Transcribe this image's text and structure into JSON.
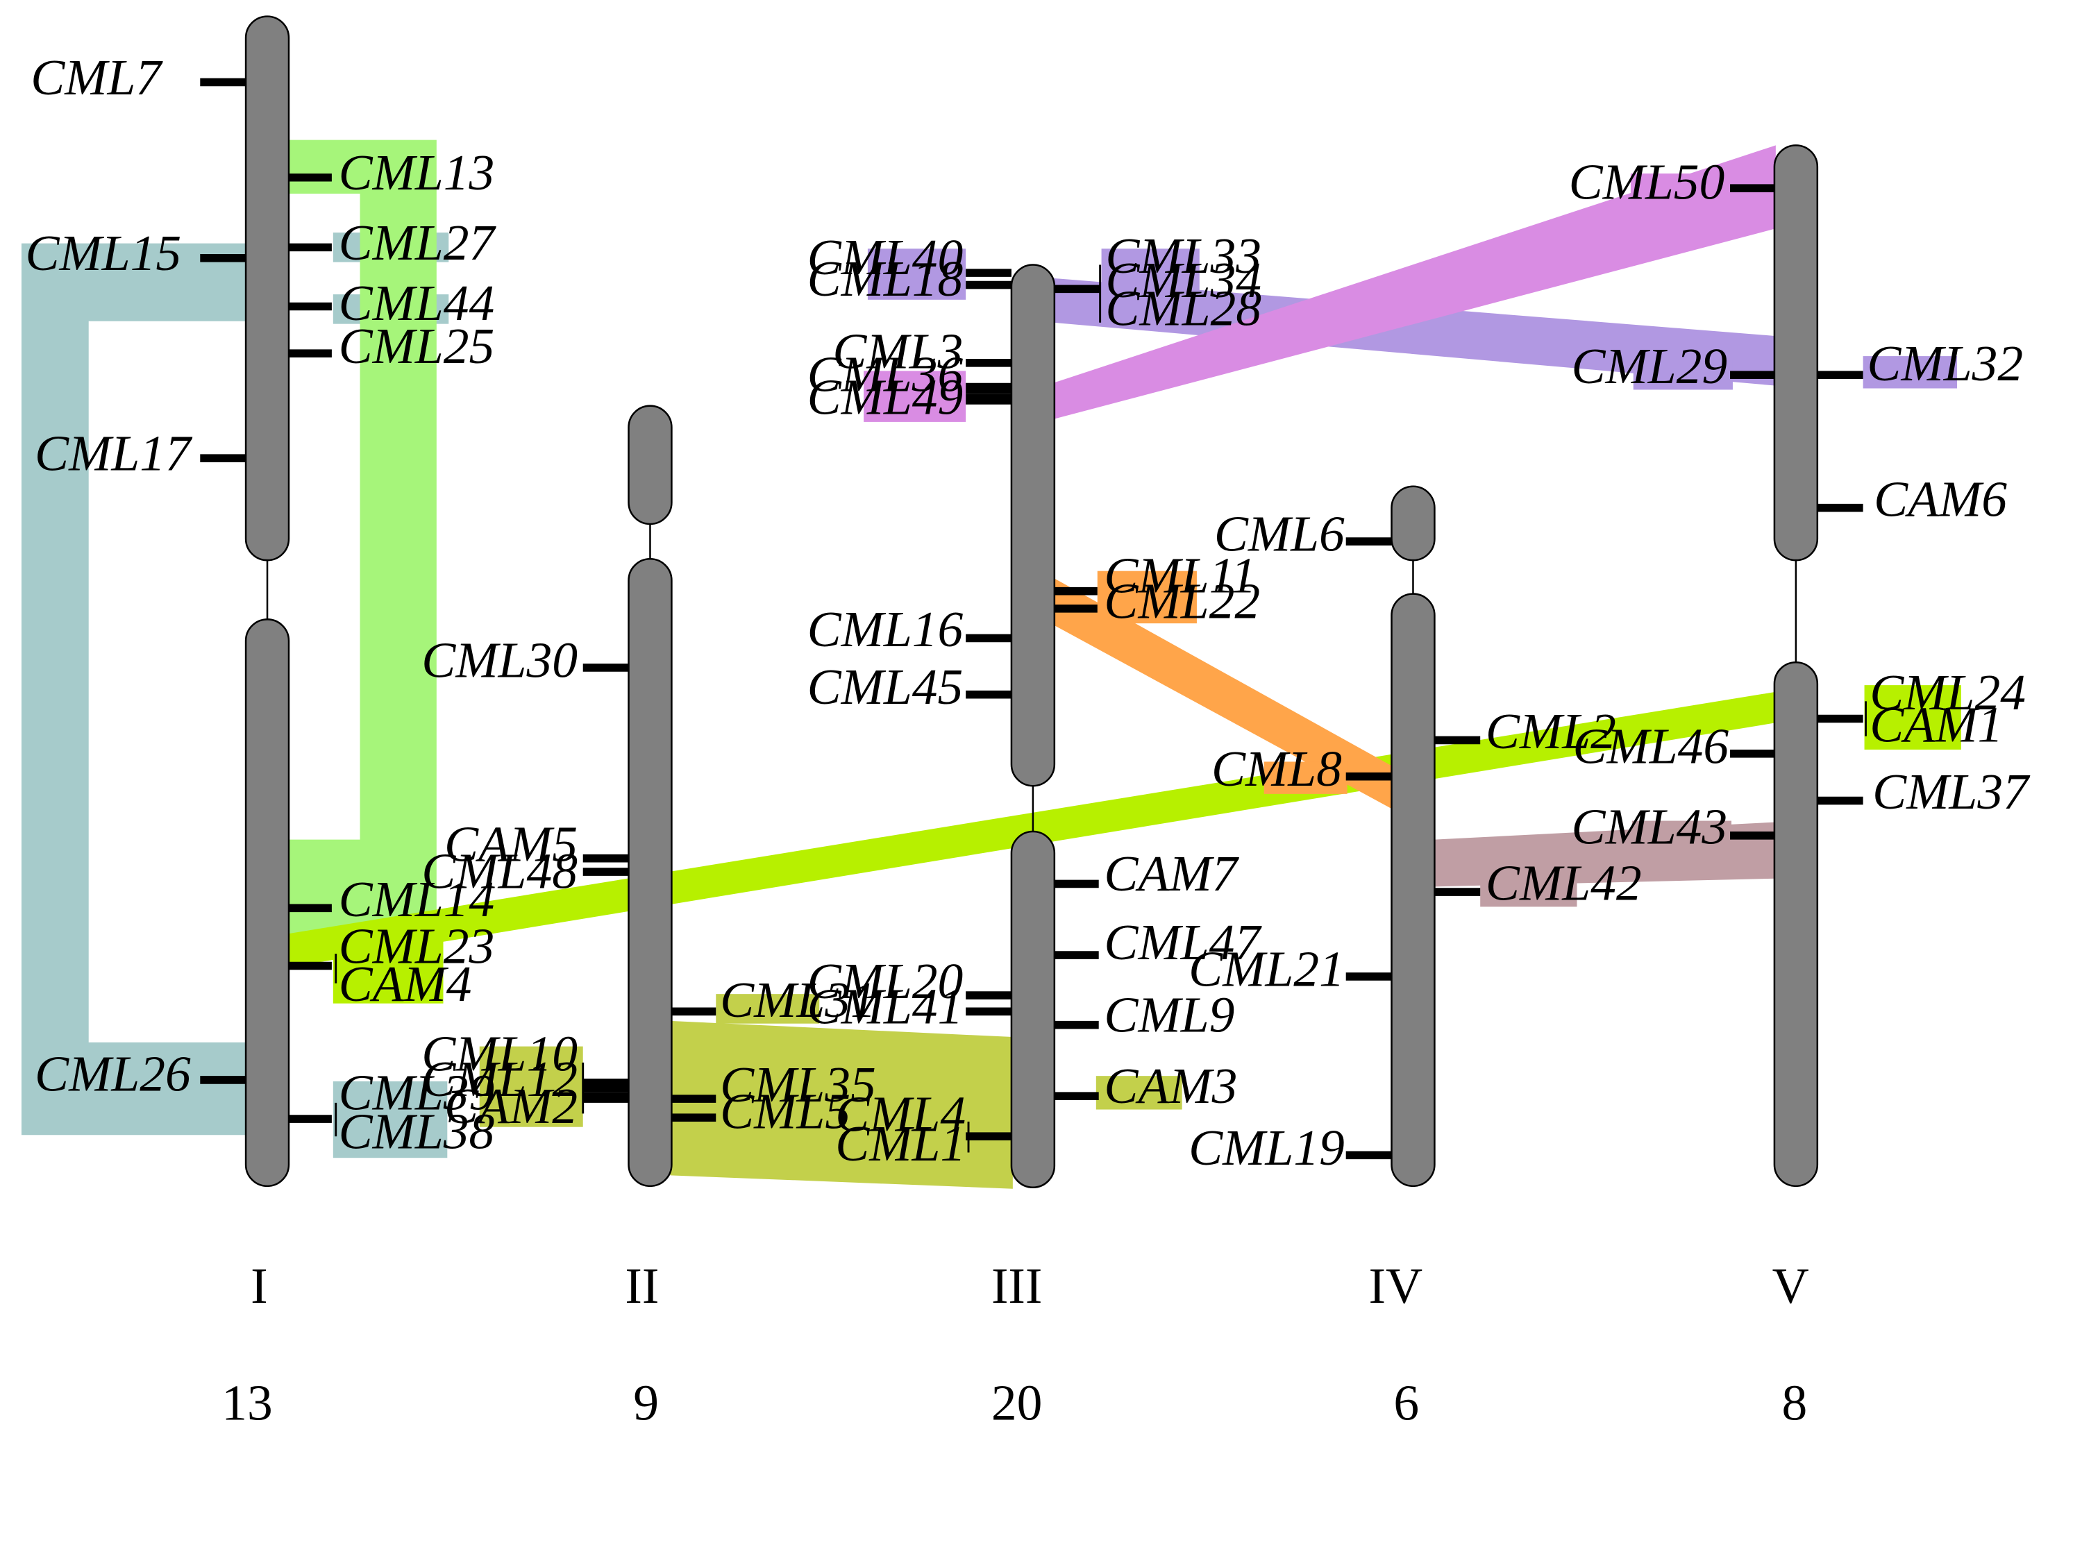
{
  "colors": {
    "chromosome": "#808080",
    "teal": "#a6cbcb",
    "lightgreen": "#a6f57a",
    "lime": "#b7f000",
    "olive": "#c3d04b",
    "violet": "#b198e2",
    "pink": "#d98ce3",
    "orange": "#ffa54a",
    "mauve": "#c09ea4"
  },
  "chromosomes": [
    {
      "id": "I",
      "label": "I",
      "count": "13"
    },
    {
      "id": "II",
      "label": "II",
      "count": "9"
    },
    {
      "id": "III",
      "label": "III",
      "count": "20"
    },
    {
      "id": "IV",
      "label": "IV",
      "count": "6"
    },
    {
      "id": "V",
      "label": "V",
      "count": "8"
    }
  ],
  "genes": {
    "I": [
      "CML7",
      "CML13",
      "CML15",
      "CML27",
      "CML44",
      "CML25",
      "CML17",
      "CML14",
      "CML23",
      "CAM4",
      "CML26",
      "CML39",
      "CML38"
    ],
    "II": [
      "CML30",
      "CAM5",
      "CML48",
      "CML31",
      "CML10",
      "CML12",
      "CAM2",
      "CML35",
      "CML5"
    ],
    "III": [
      "CML40",
      "CML18",
      "CML33",
      "CML34",
      "CML28",
      "CML3",
      "CML36",
      "CML49",
      "CML11",
      "CML22",
      "CML16",
      "CML45",
      "CAM7",
      "CML47",
      "CML20",
      "CML41",
      "CML9",
      "CAM3",
      "CML4",
      "CML1"
    ],
    "IV": [
      "CML6",
      "CML2",
      "CML8",
      "CML42",
      "CML21",
      "CML19"
    ],
    "V": [
      "CML50",
      "CML29",
      "CML32",
      "CAM6",
      "CML24",
      "CAM1",
      "CML46",
      "CML37",
      "CML43"
    ]
  },
  "links": [
    {
      "from": "CML13",
      "to": "CML14",
      "color": "lightgreen"
    },
    {
      "from": "CML15",
      "to": "CML26",
      "color": "teal"
    },
    {
      "from": "CML23",
      "to": "CML24",
      "color": "lime"
    },
    {
      "from": "CML31",
      "to": "CAM3",
      "color": "olive"
    },
    {
      "from": "CML40",
      "to": "CML29",
      "color": "violet"
    },
    {
      "from": "CML36",
      "to": "CML50",
      "color": "pink"
    },
    {
      "from": "CML11",
      "to": "CML8",
      "color": "orange"
    },
    {
      "from": "CML42",
      "to": "CML43",
      "color": "mauve"
    }
  ]
}
